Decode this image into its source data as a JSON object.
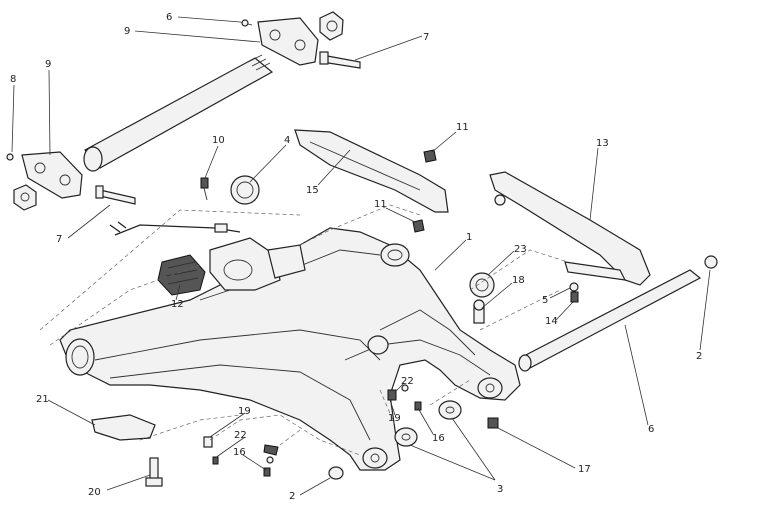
{
  "diagram": {
    "labels": [
      {
        "id": "c1",
        "text": "6"
      },
      {
        "id": "c2",
        "text": "9"
      },
      {
        "id": "c3",
        "text": "7"
      },
      {
        "id": "c4",
        "text": "8"
      },
      {
        "id": "c5",
        "text": "9"
      },
      {
        "id": "c6",
        "text": "10"
      },
      {
        "id": "c7",
        "text": "4"
      },
      {
        "id": "c8",
        "text": "11"
      },
      {
        "id": "c9",
        "text": "15"
      },
      {
        "id": "c10",
        "text": "13"
      },
      {
        "id": "c11",
        "text": "11"
      },
      {
        "id": "c12",
        "text": "7"
      },
      {
        "id": "c13",
        "text": "1"
      },
      {
        "id": "c14",
        "text": "23"
      },
      {
        "id": "c15",
        "text": "18"
      },
      {
        "id": "c16",
        "text": "5"
      },
      {
        "id": "c17",
        "text": "14"
      },
      {
        "id": "c18",
        "text": "2"
      },
      {
        "id": "c19",
        "text": "12"
      },
      {
        "id": "c20",
        "text": "6"
      },
      {
        "id": "c21",
        "text": "21"
      },
      {
        "id": "c22",
        "text": "22"
      },
      {
        "id": "c23",
        "text": "19"
      },
      {
        "id": "c24",
        "text": "16"
      },
      {
        "id": "c25",
        "text": "19"
      },
      {
        "id": "c26",
        "text": "22"
      },
      {
        "id": "c27",
        "text": "16"
      },
      {
        "id": "c28",
        "text": "17"
      },
      {
        "id": "c29",
        "text": "3"
      },
      {
        "id": "c30",
        "text": "2"
      },
      {
        "id": "c31",
        "text": "20"
      }
    ]
  }
}
